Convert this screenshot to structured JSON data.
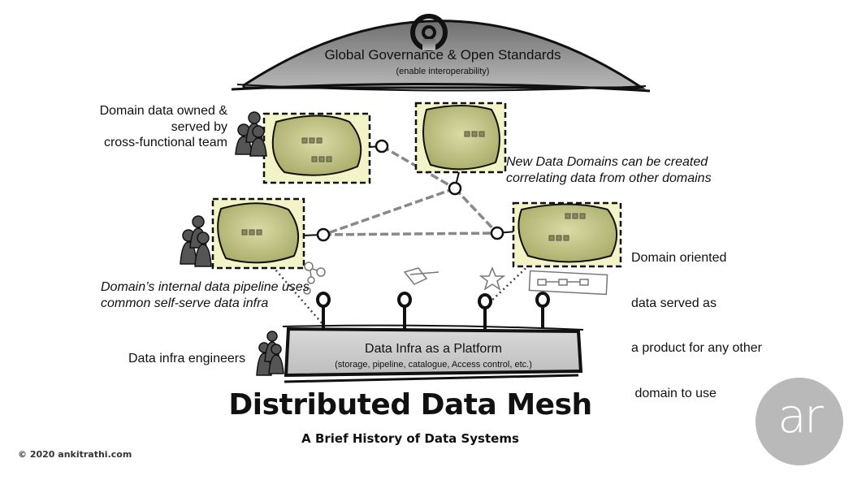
{
  "governance": {
    "title": "Global Governance & Open Standards",
    "subtitle": "(enable interoperability)"
  },
  "platform": {
    "title": "Data Infra as a Platform",
    "subtitle": "(storage, pipeline, catalogue, Access control, etc.)"
  },
  "annotations": {
    "team": [
      "Domain data owned &",
      "served by",
      "cross-functional team"
    ],
    "new_domains": [
      "New Data Domains can be created",
      "correlating data from other domains"
    ],
    "domain_oriented": [
      "Domain oriented",
      "data served as",
      "a product for any other",
      " domain to use"
    ],
    "pipeline": [
      "Domain’s internal data pipeline uses",
      "common self-serve data infra"
    ],
    "engineers": "Data infra engineers"
  },
  "footer": {
    "title": "Distributed Data Mesh",
    "subtitle": "A Brief History of Data Systems",
    "copyright": "©  2020  ankitrathi.com",
    "logo": "ar"
  },
  "colors": {
    "domain_fill": "#c9cc8f",
    "domain_box": "#f3f3c8",
    "platform_fill": "#cfcfcf",
    "governance_fill": "#9a9a9a",
    "link": "#888888"
  }
}
